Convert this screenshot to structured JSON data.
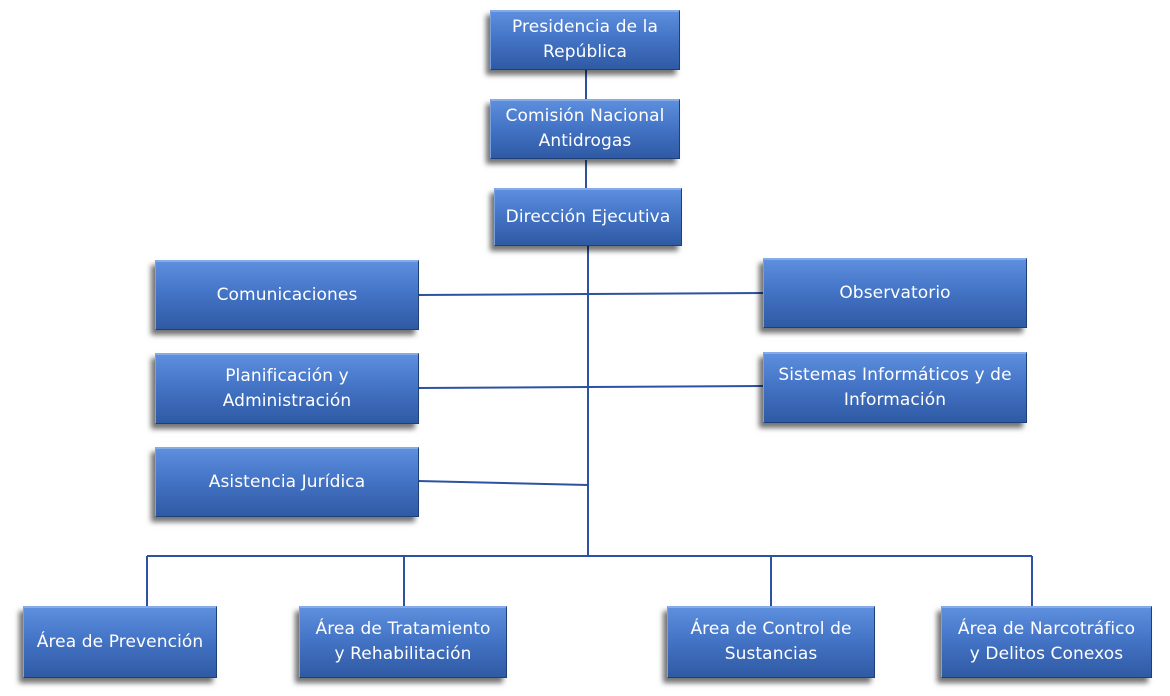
{
  "org_chart": {
    "president": "Presidencia de la\nRepública",
    "commission": "Comisión Nacional\nAntidrogas",
    "executive": "Dirección Ejecutiva",
    "staff_left": [
      "Comunicaciones",
      "Planificación y\nAdministración",
      "Asistencia Jurídica"
    ],
    "staff_right": [
      "Observatorio",
      "Sistemas Informáticos y de\nInformación"
    ],
    "areas": [
      "Área de Prevención",
      "Área de Tratamiento\ny Rehabilitación",
      "Área de Control de\nSustancias",
      "Área de Narcotráfico\ny Delitos Conexos"
    ]
  },
  "colors": {
    "box": "#4575c7",
    "box_text": "#ffffff",
    "connector": "#2c52a0"
  }
}
